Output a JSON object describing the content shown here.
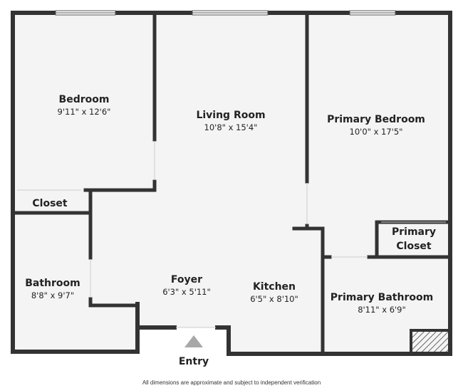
{
  "rooms": {
    "bedroom": {
      "name": "Bedroom",
      "dims": "9'11\" x 12'6\""
    },
    "living_room": {
      "name": "Living Room",
      "dims": "10'8\" x 15'4\""
    },
    "primary_bedroom": {
      "name": "Primary Bedroom",
      "dims": "10'0\" x 17'5\""
    },
    "closet": {
      "name": "Closet"
    },
    "primary_closet": {
      "name_line1": "Primary",
      "name_line2": "Closet"
    },
    "bathroom": {
      "name": "Bathroom",
      "dims": "8'8\" x 9'7\""
    },
    "foyer": {
      "name": "Foyer",
      "dims": "6'3\" x 5'11\""
    },
    "kitchen": {
      "name": "Kitchen",
      "dims": "6'5\" x 8'10\""
    },
    "primary_bathroom": {
      "name": "Primary Bathroom",
      "dims": "8'11\" x 6'9\""
    }
  },
  "entry": {
    "label": "Entry"
  },
  "footnote": "All dimensions are approximate and subject to independent verification",
  "colors": {
    "wall": "#333333",
    "floor": "#f4f4f4",
    "arrow": "#a8a8a8"
  }
}
